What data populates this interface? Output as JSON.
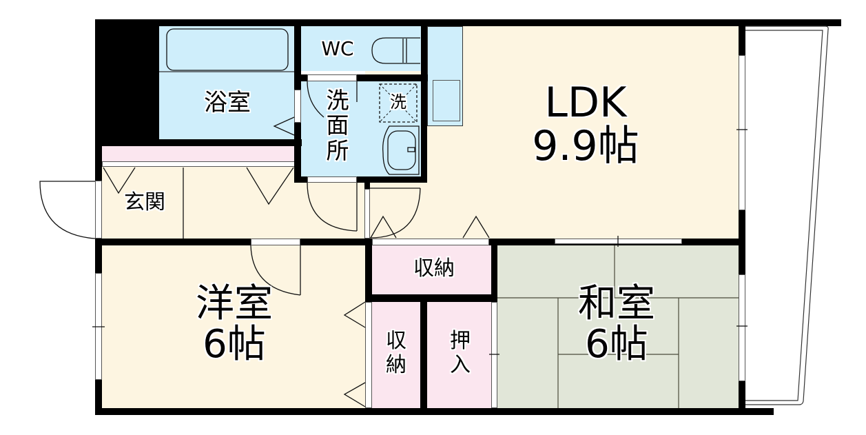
{
  "floorplan": {
    "colors": {
      "wall": "#000000",
      "living": "#fdf5e1",
      "wet": "#cfeefb",
      "storage": "#fbe6ef",
      "tatami": "#e1e6d8",
      "balcony": "#ffffff"
    },
    "rooms": {
      "ldk": {
        "name": "LDK",
        "size": "9.9帖"
      },
      "western": {
        "name": "洋室",
        "size": "6帖"
      },
      "japanese": {
        "name": "和室",
        "size": "6帖"
      },
      "bath": {
        "name": "浴室"
      },
      "toilet": {
        "name": "WC"
      },
      "washroom": {
        "name_lines": [
          "洗",
          "面",
          "所"
        ]
      },
      "washer": {
        "name": "洗"
      },
      "entrance": {
        "name": "玄関"
      },
      "storage_top": {
        "name": "収納"
      },
      "storage_side": {
        "name_lines": [
          "収",
          "納"
        ]
      },
      "closet": {
        "name_lines": [
          "押",
          "入"
        ]
      }
    }
  }
}
